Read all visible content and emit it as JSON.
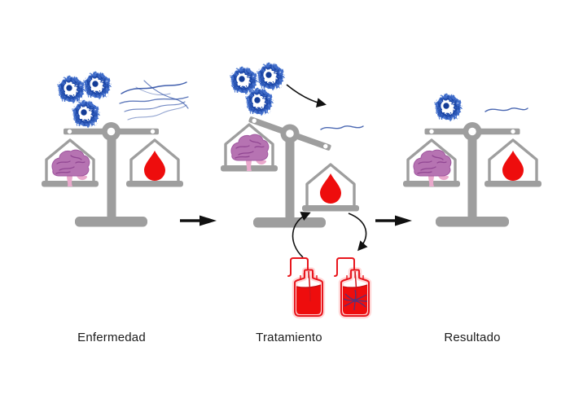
{
  "stages": [
    {
      "label": "Enfermedad",
      "balance": "balanced",
      "items_above": {
        "cells": 3,
        "fibrils": "many"
      },
      "pan_left": "brain",
      "pan_right": "blood-drop"
    },
    {
      "label": "Tratamiento",
      "balance": "tilted-blood-side-down",
      "items_above": {
        "cells": 3,
        "fibrils": 1
      },
      "pan_left": "brain",
      "pan_right": "blood-drop",
      "blood_bags": [
        "clean",
        "contaminated"
      ]
    },
    {
      "label": "Resultado",
      "balance": "balanced",
      "items_above": {
        "cells": 1,
        "fibrils": 1
      },
      "pan_left": "brain",
      "pan_right": "blood-drop"
    }
  ],
  "icons": {
    "balance_scale": "gray two-pan balance",
    "brain": "purple brain in left pan",
    "blood_drop": "red drop in right pan",
    "immune_cell": "blue scribbled cell with navy nucleus",
    "fibrils": "thin blue wavy fibers",
    "blood_bag_clean": "red IV bottle with clean blood",
    "blood_bag_contaminated": "red IV bottle with dark tangle inside",
    "arrow_right": "black arrow between stages",
    "curved_arrow": "black curved exchange arrows"
  },
  "colors": {
    "scale_gray": "#9e9e9e",
    "brain_purple": "#b673b2",
    "brain_line": "#8e4390",
    "brain_stem_pink": "#eaa9cc",
    "blood_red": "#ee0d0d",
    "bottle_red": "#e8161d",
    "bottle_glow": "#ffc0c0",
    "cell_blue": "#3b69c9",
    "cell_core_navy": "#143c96",
    "fiber_blue": "#2b4da4",
    "arrow_black": "#111111",
    "background": "#ffffff",
    "label_text": "#1b1b1b"
  }
}
